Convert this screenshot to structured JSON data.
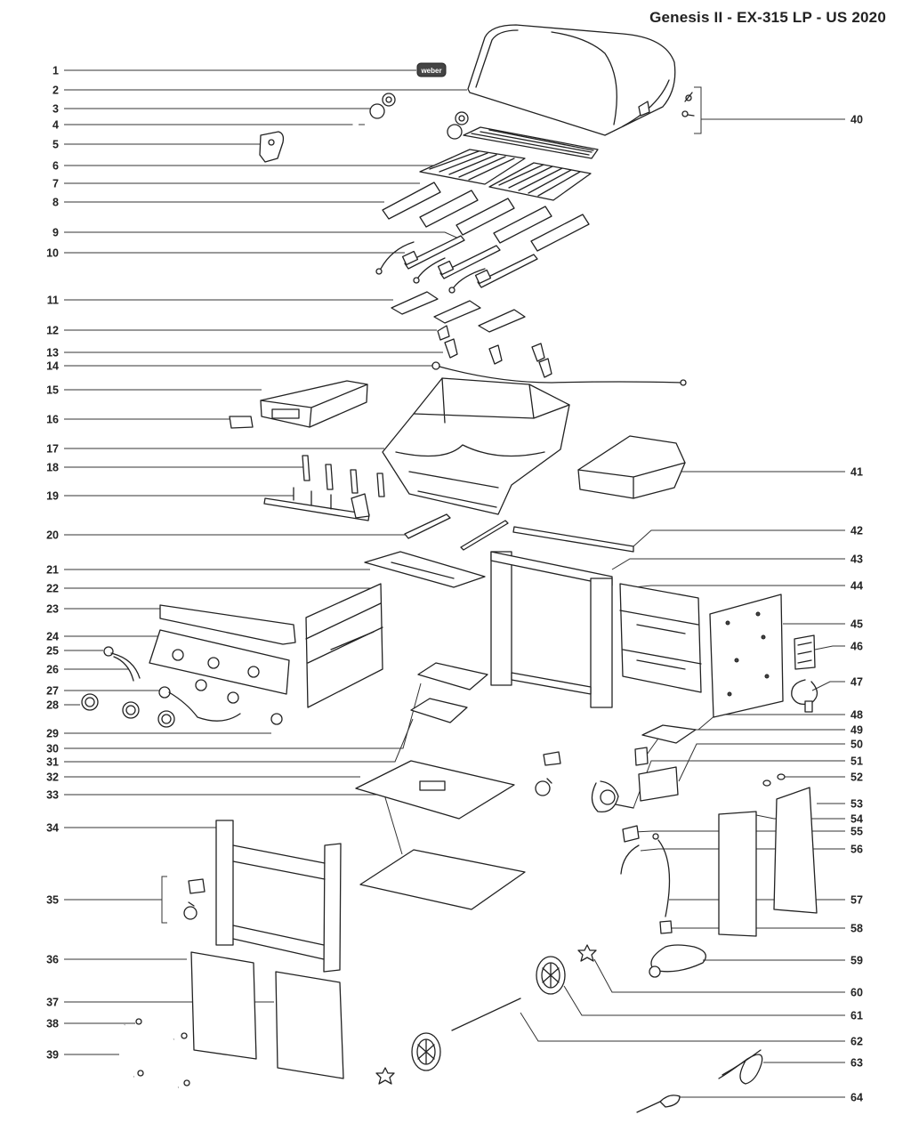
{
  "title": "Genesis II - EX-315 LP - US 2020",
  "brand_badge": "weber",
  "callouts": [
    "1",
    "2",
    "3",
    "4",
    "5",
    "6",
    "7",
    "8",
    "9",
    "10",
    "11",
    "12",
    "13",
    "14",
    "15",
    "16",
    "17",
    "18",
    "19",
    "20",
    "21",
    "22",
    "23",
    "24",
    "25",
    "26",
    "27",
    "28",
    "29",
    "30",
    "31",
    "32",
    "33",
    "34",
    "35",
    "36",
    "37",
    "38",
    "39",
    "40",
    "41",
    "42",
    "43",
    "44",
    "45",
    "46",
    "47",
    "48",
    "49",
    "50",
    "51",
    "52",
    "53",
    "54",
    "55",
    "56",
    "57",
    "58",
    "59",
    "60",
    "61",
    "62",
    "63",
    "64"
  ]
}
